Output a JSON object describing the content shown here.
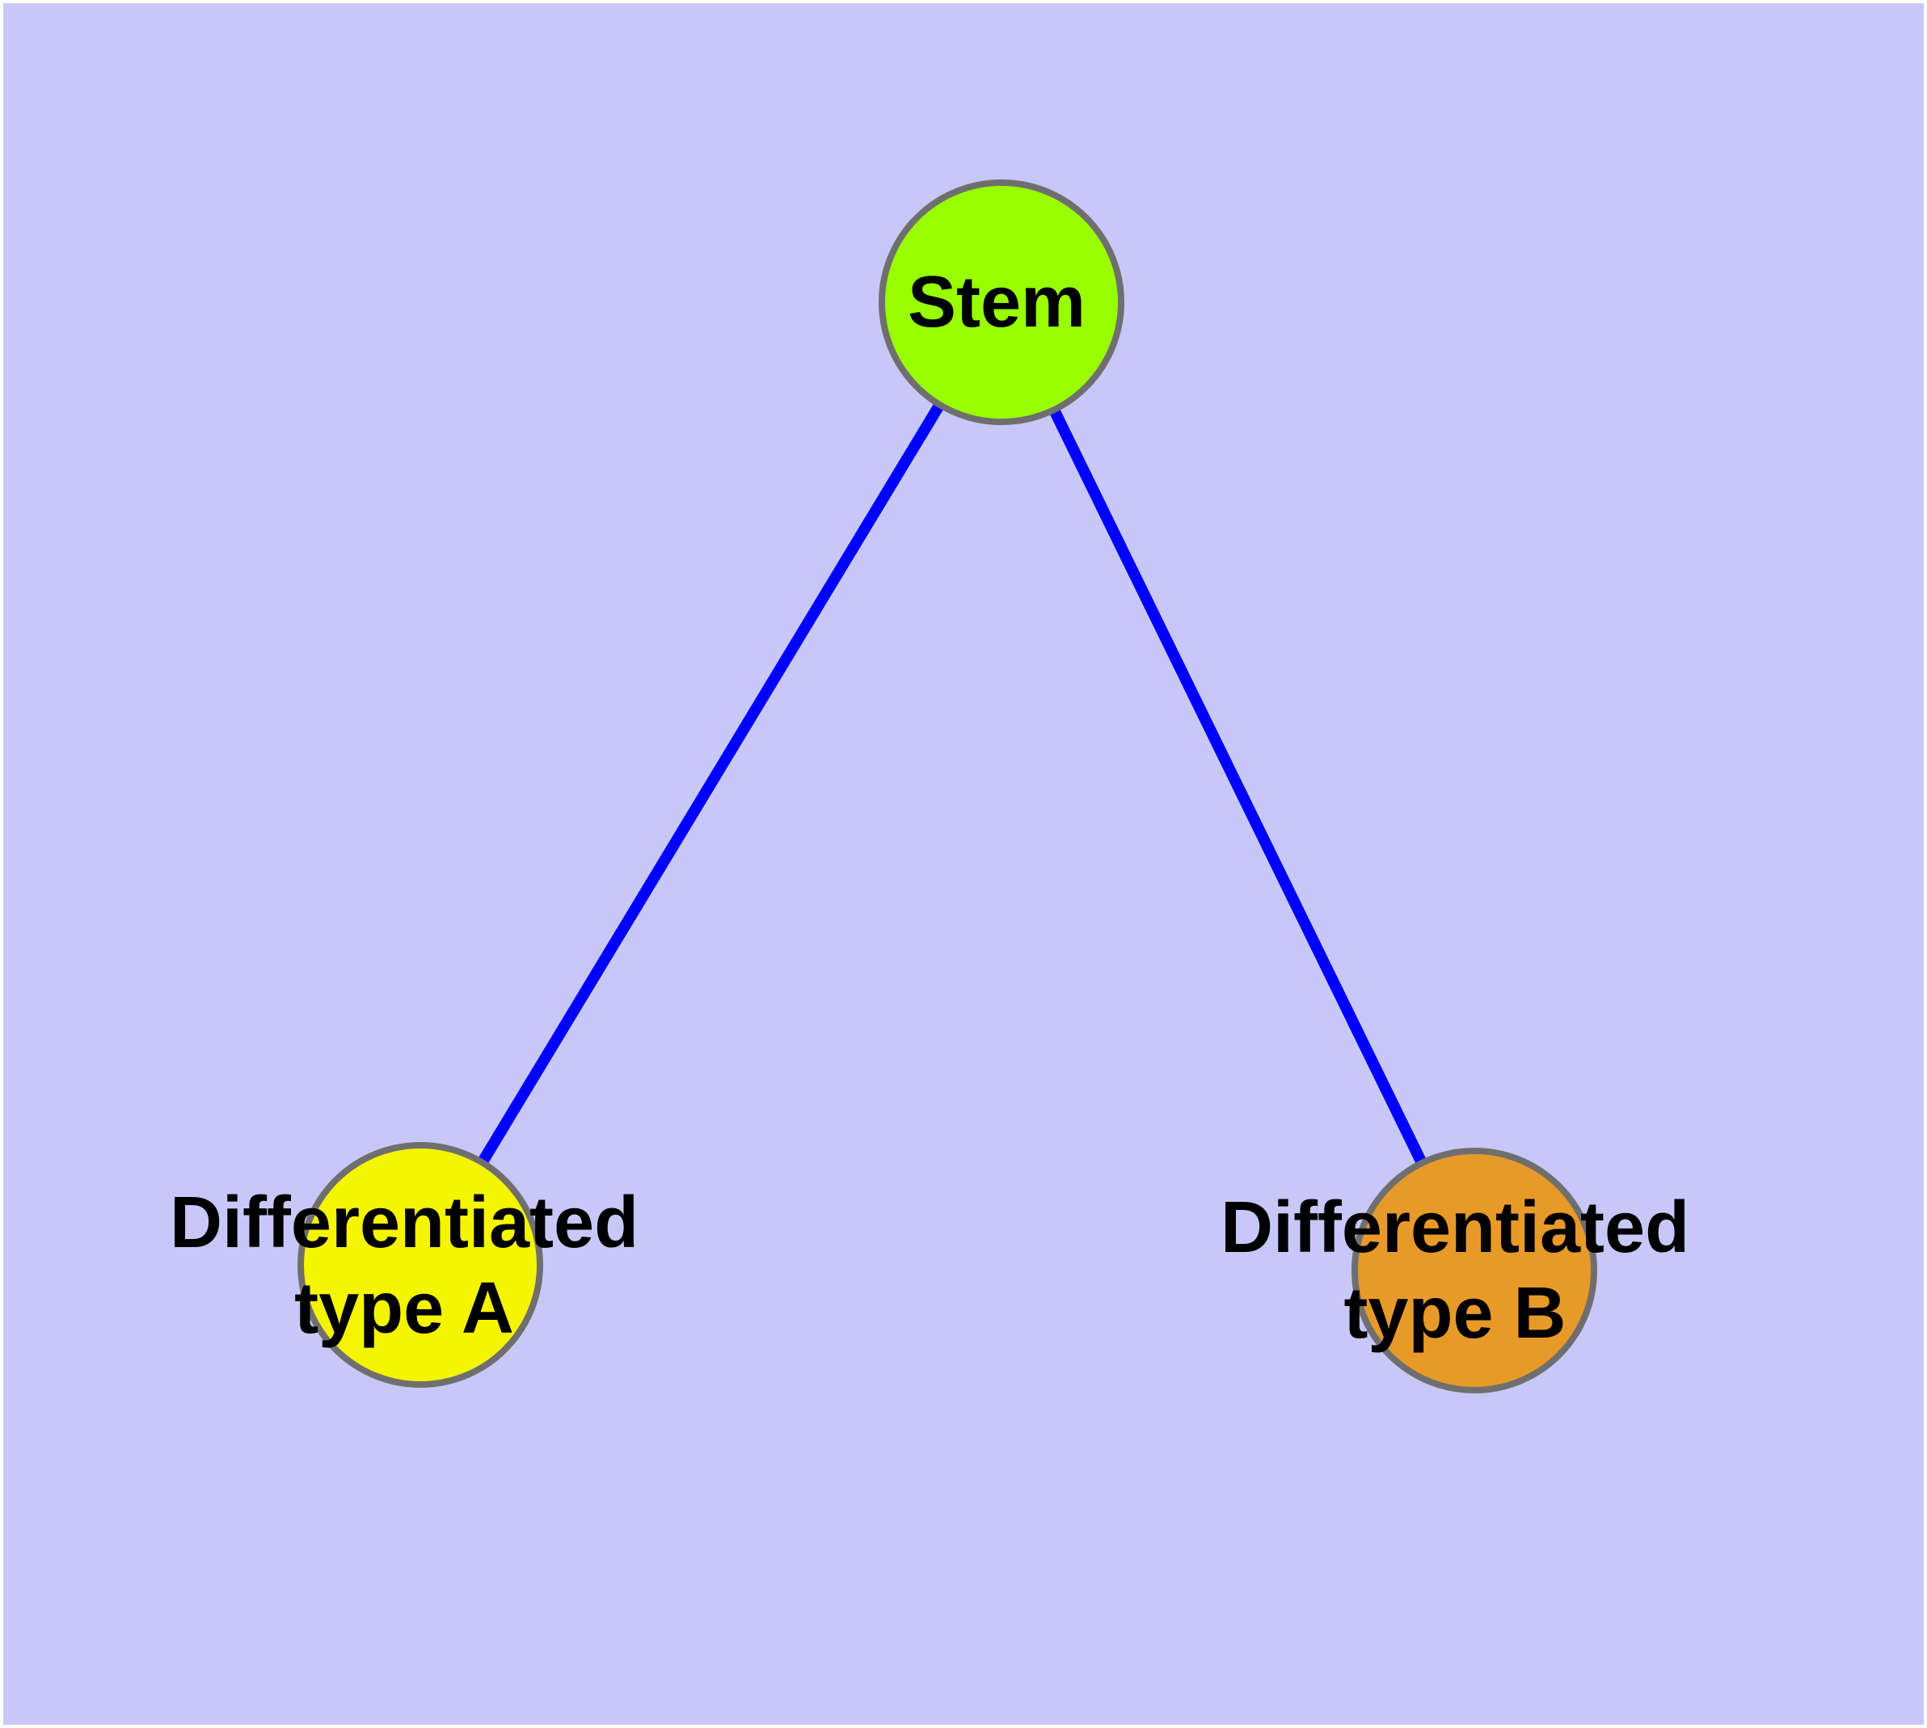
{
  "diagram": {
    "type": "node-link-graph",
    "colors": {
      "background": "#C8C8F8",
      "page_border": "#FFFFFF",
      "edge": "#0000FF",
      "node_outline": "#6F6F6F",
      "label": "#000000"
    },
    "nodes": {
      "stem": {
        "id": "stem",
        "label": "Stem",
        "fill": "#99FE00"
      },
      "type_a": {
        "id": "type_a",
        "label_line1": "Differentiated",
        "label_line2": "type A",
        "fill": "#F5F500"
      },
      "type_b": {
        "id": "type_b",
        "label_line1": "Differentiated",
        "label_line2": "type B",
        "fill": "#E89A28"
      }
    },
    "edges": [
      {
        "from": "Stem",
        "to": "Differentiated type A"
      },
      {
        "from": "Stem",
        "to": "Differentiated type B"
      }
    ]
  }
}
